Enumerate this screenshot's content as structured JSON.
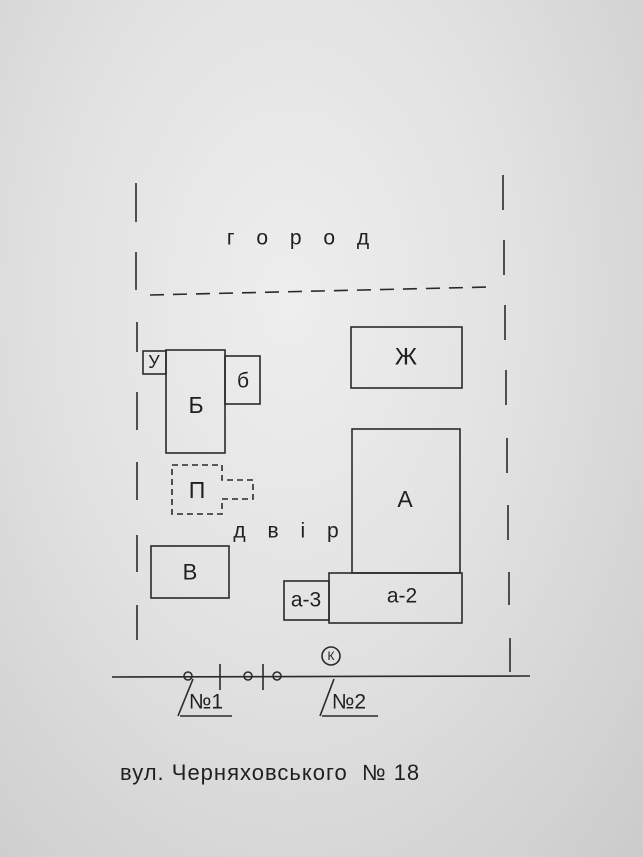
{
  "zones": {
    "garden": "г о р о д",
    "yard": "д в і р"
  },
  "buildings": {
    "zh": "Ж",
    "b_upper": "Б",
    "b_lower": "б",
    "u": "У",
    "p": "П",
    "v": "В",
    "a": "А",
    "a2": "а-2",
    "a3": "а-3"
  },
  "markers": {
    "k": "К",
    "gate1": "№1",
    "gate2": "№2"
  },
  "address": "вул. Черняховського  № 18"
}
